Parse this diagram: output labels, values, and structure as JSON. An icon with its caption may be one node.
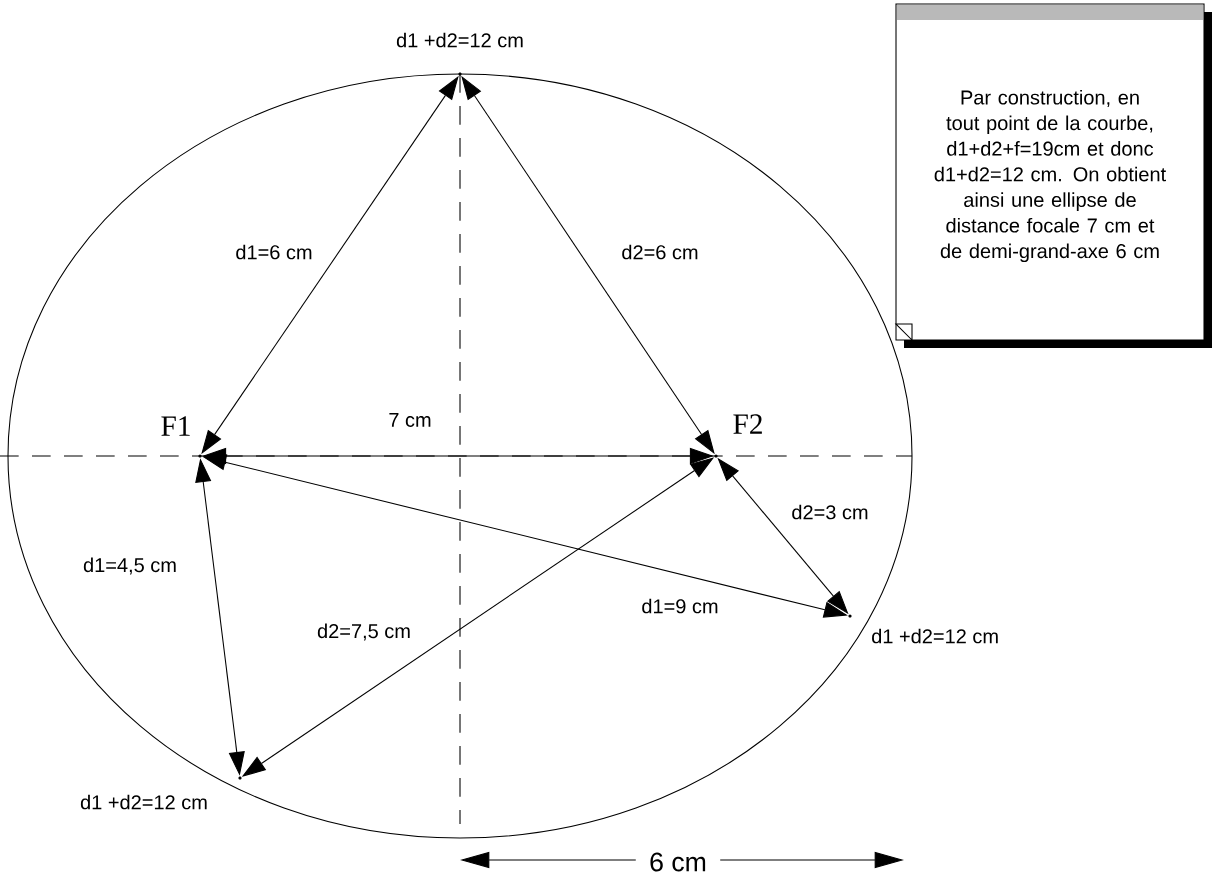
{
  "diagram": {
    "nodes": [
      {
        "text": [],
        "shape": "point",
        "beside": [
          "F1"
        ]
      },
      {
        "text": [],
        "shape": "point",
        "beside": [
          "F2"
        ]
      },
      {
        "text": [],
        "shape": "point",
        "beside": [
          "d1 +d2=12 cm"
        ]
      },
      {
        "text": [],
        "shape": "point",
        "beside": [
          "d1 +d2=12 cm"
        ]
      },
      {
        "text": [],
        "shape": "point",
        "beside": [
          "d1 +d2=12 cm"
        ]
      },
      {
        "text": [
          "Par construction, en tout point de la courbe, d1+d2+f=19cm et donc d1+d2=12 cm. On obtient ainsi une ellipse de distance focale 7 cm et de demi-grand-axe 6 cm"
        ]
      }
    ],
    "edges": [
      {
        "from": 0,
        "to": 2,
        "arrow": "both",
        "label": "d1=6 cm"
      },
      {
        "from": 1,
        "to": 2,
        "arrow": "both",
        "label": "d2=6 cm"
      },
      {
        "from": 0,
        "to": 1,
        "arrow": "both",
        "label": "7 cm"
      },
      {
        "from": 1,
        "to": 3,
        "arrow": "both",
        "label": "d2=3 cm"
      },
      {
        "from": 0,
        "to": 3,
        "arrow": "both",
        "label": "d1=9 cm"
      },
      {
        "from": 0,
        "to": 4,
        "arrow": "both",
        "label": "d1=4,5 cm"
      },
      {
        "from": 1,
        "to": 4,
        "arrow": "both",
        "label": "d2=7,5 cm"
      }
    ],
    "labels": [
      "6 cm"
    ]
  }
}
